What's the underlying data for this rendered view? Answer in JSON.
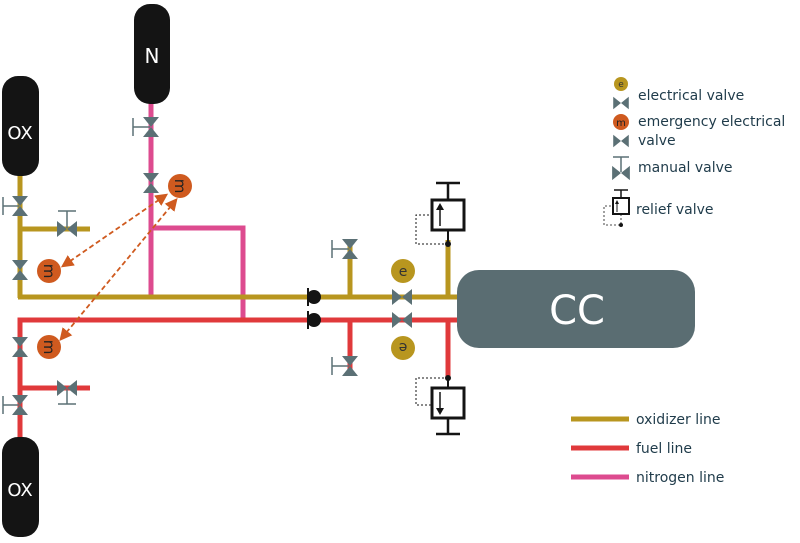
{
  "tanks": {
    "nitrogen": "N",
    "oxidizer_top": "OX",
    "oxidizer_bottom": "OX",
    "combustion_chamber": "CC"
  },
  "valve_markers": {
    "electrical": "e",
    "emergency": "m"
  },
  "legend": {
    "electrical_valve": "electrical valve",
    "emergency_electrical_valve_line1": "emergency electrical",
    "emergency_electrical_valve_line2": "valve",
    "manual_valve": "manual valve",
    "relief_valve": "relief valve",
    "oxidizer_line": "oxidizer line",
    "fuel_line": "fuel line",
    "nitrogen_line": "nitrogen line"
  },
  "colors": {
    "oxidizer": "#b8961f",
    "fuel": "#e0393b",
    "nitrogen": "#dd4b8f",
    "valve": "#5b7075",
    "tank": "#141414",
    "chamber": "#5a6d72",
    "emergency": "#cf5a1f",
    "electrical": "#b8961f"
  }
}
